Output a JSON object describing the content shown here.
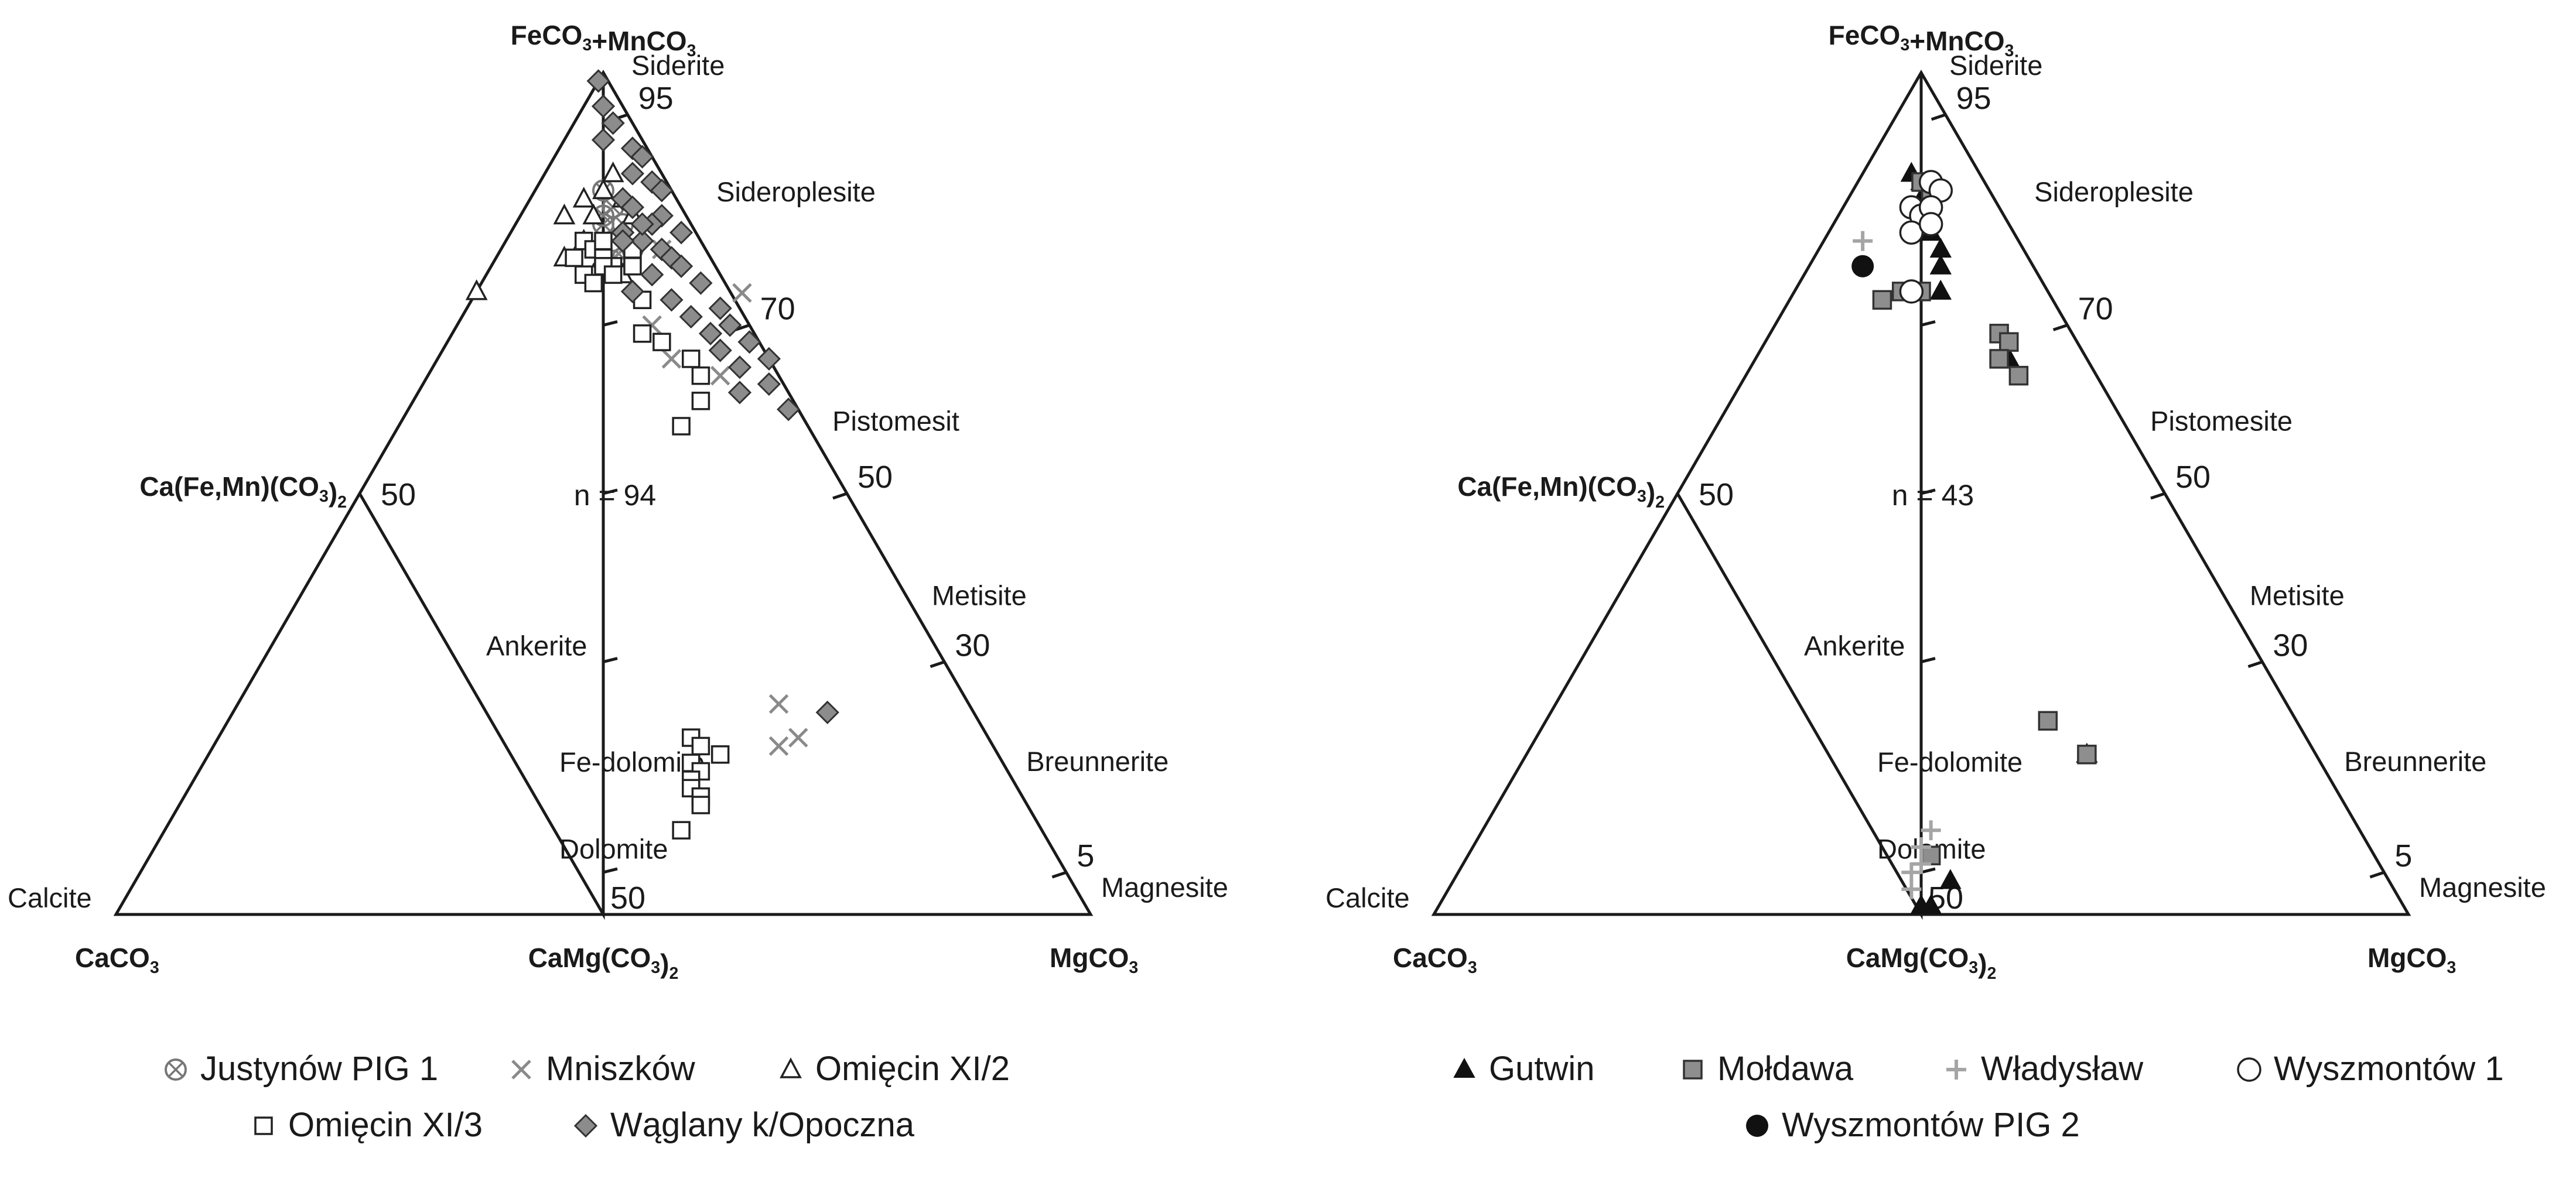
{
  "chart_data": [
    {
      "type": "ternary",
      "count_label": "n = 94",
      "vertices": {
        "top": {
          "formula": "FeCO",
          "sub": "3",
          "formula2": "+MnCO",
          "sub2": "3",
          "mineral": "Siderite"
        },
        "left": {
          "formula": "CaCO",
          "sub": "3",
          "mineral": "Calcite"
        },
        "right": {
          "formula": "MgCO",
          "sub": "3",
          "mineral": "Magnesite"
        },
        "bottom_mid": {
          "formula": "CaMg(CO",
          "sub": "3",
          "tail": ")",
          "sub2": "2"
        },
        "left_mid": {
          "formula": "Ca(Fe,Mn)(CO",
          "sub": "3",
          "tail": ")",
          "sub2": "2"
        }
      },
      "zones": [
        "Sideroplesite",
        "Pistomesit",
        "Metisite",
        "Breunnerite",
        "Ankerite",
        "Fe-dolomite",
        "Dolomite"
      ],
      "right_edge_ticks": [
        "95",
        "70",
        "50",
        "30",
        "5"
      ],
      "left_mid_tick": "50",
      "bottom_mid_tick": "50",
      "legend": [
        {
          "name": "Justynów PIG 1",
          "marker": "circle-x"
        },
        {
          "name": "Mniszków",
          "marker": "x"
        },
        {
          "name": "Omięcin XI/2",
          "marker": "triangle-open"
        },
        {
          "name": "Omięcin XI/3",
          "marker": "square-open"
        },
        {
          "name": "Wąglany k/Opoczna",
          "marker": "diamond-gray"
        }
      ],
      "series": [
        {
          "name": "Justynów PIG 1",
          "points": [
            [
              0.86,
              0.0
            ],
            [
              0.84,
              0.01
            ],
            [
              0.83,
              0.0
            ],
            [
              0.82,
              0.02
            ],
            [
              0.8,
              0.01
            ],
            [
              0.79,
              0.03
            ],
            [
              0.82,
              0.0
            ],
            [
              0.78,
              0.02
            ]
          ]
        },
        {
          "name": "Mniszków",
          "points": [
            [
              0.79,
              0.06
            ],
            [
              0.76,
              0.14
            ],
            [
              0.7,
              0.05
            ],
            [
              0.66,
              0.07
            ],
            [
              0.64,
              0.12
            ],
            [
              0.79,
              0.02
            ],
            [
              0.25,
              0.18
            ],
            [
              0.21,
              0.2
            ],
            [
              0.2,
              0.18
            ]
          ]
        },
        {
          "name": "Omięcin XI/2",
          "points": [
            [
              0.88,
              0.01
            ],
            [
              0.86,
              0.0
            ],
            [
              0.85,
              -0.02
            ],
            [
              0.83,
              -0.04
            ],
            [
              0.83,
              -0.01
            ],
            [
              0.8,
              -0.02
            ],
            [
              0.78,
              -0.04
            ],
            [
              0.76,
              -0.01
            ],
            [
              0.74,
              -0.14
            ],
            [
              0.76,
              0.02
            ],
            [
              0.83,
              0.03
            ],
            [
              0.85,
              0.02
            ]
          ]
        },
        {
          "name": "Omięcin XI/3",
          "points": [
            [
              0.8,
              -0.02
            ],
            [
              0.79,
              -0.01
            ],
            [
              0.78,
              0.0
            ],
            [
              0.77,
              0.01
            ],
            [
              0.78,
              -0.03
            ],
            [
              0.76,
              -0.02
            ],
            [
              0.8,
              0.0
            ],
            [
              0.77,
              0.03
            ],
            [
              0.79,
              0.03
            ],
            [
              0.77,
              0.0
            ],
            [
              0.76,
              0.01
            ],
            [
              0.75,
              -0.01
            ],
            [
              0.73,
              0.04
            ],
            [
              0.69,
              0.04
            ],
            [
              0.68,
              0.06
            ],
            [
              0.66,
              0.09
            ],
            [
              0.64,
              0.1
            ],
            [
              0.61,
              0.1
            ],
            [
              0.58,
              0.08
            ],
            [
              0.21,
              0.09
            ],
            [
              0.2,
              0.1
            ],
            [
              0.19,
              0.12
            ],
            [
              0.18,
              0.09
            ],
            [
              0.17,
              0.1
            ],
            [
              0.16,
              0.09
            ],
            [
              0.15,
              0.09
            ],
            [
              0.14,
              0.1
            ],
            [
              0.13,
              0.1
            ],
            [
              0.1,
              0.08
            ]
          ]
        },
        {
          "name": "Wąglany k/Opoczna",
          "points": [
            [
              0.99,
              -0.02
            ],
            [
              0.96,
              0.0
            ],
            [
              0.94,
              0.01
            ],
            [
              0.92,
              0.0
            ],
            [
              0.91,
              0.03
            ],
            [
              0.9,
              0.04
            ],
            [
              0.88,
              0.03
            ],
            [
              0.87,
              0.05
            ],
            [
              0.86,
              0.06
            ],
            [
              0.85,
              0.02
            ],
            [
              0.84,
              0.03
            ],
            [
              0.83,
              0.06
            ],
            [
              0.82,
              0.05
            ],
            [
              0.81,
              0.08
            ],
            [
              0.81,
              0.02
            ],
            [
              0.8,
              0.04
            ],
            [
              0.79,
              0.06
            ],
            [
              0.78,
              0.07
            ],
            [
              0.77,
              0.08
            ],
            [
              0.76,
              0.05
            ],
            [
              0.75,
              0.1
            ],
            [
              0.74,
              0.03
            ],
            [
              0.73,
              0.07
            ],
            [
              0.72,
              0.12
            ],
            [
              0.71,
              0.09
            ],
            [
              0.7,
              0.13
            ],
            [
              0.69,
              0.11
            ],
            [
              0.68,
              0.15
            ],
            [
              0.67,
              0.12
            ],
            [
              0.66,
              0.17
            ],
            [
              0.65,
              0.14
            ],
            [
              0.63,
              0.17
            ],
            [
              0.62,
              0.14
            ],
            [
              0.6,
              0.19
            ],
            [
              0.82,
              0.04
            ],
            [
              0.8,
              0.02
            ],
            [
              0.24,
              0.23
            ]
          ]
        }
      ]
    },
    {
      "type": "ternary",
      "count_label": "n = 43",
      "vertices": {
        "top": {
          "formula": "FeCO",
          "sub": "3",
          "formula2": "+MnCO",
          "sub2": "3",
          "mineral": "Siderite"
        },
        "left": {
          "formula": "CaCO",
          "sub": "3",
          "mineral": "Calcite"
        },
        "right": {
          "formula": "MgCO",
          "sub": "3",
          "mineral": "Magnesite"
        },
        "bottom_mid": {
          "formula": "CaMg(CO",
          "sub": "3",
          "tail": ")",
          "sub2": "2"
        },
        "left_mid": {
          "formula": "Ca(Fe,Mn)(CO",
          "sub": "3",
          "tail": ")",
          "sub2": "2"
        }
      },
      "zones": [
        "Sideroplesite",
        "Pistomesite",
        "Metisite",
        "Breunnerite",
        "Ankerite",
        "Fe-dolomite",
        "Dolomite"
      ],
      "right_edge_ticks": [
        "95",
        "70",
        "50",
        "30",
        "5"
      ],
      "left_mid_tick": "50",
      "bottom_mid_tick": "50",
      "legend": [
        {
          "name": "Gutwin",
          "marker": "triangle-filled"
        },
        {
          "name": "Mołdawa",
          "marker": "square-gray"
        },
        {
          "name": "Władysław",
          "marker": "plus-gray"
        },
        {
          "name": "Wyszmontów 1",
          "marker": "circle-open"
        },
        {
          "name": "Wyszmontów PIG 2",
          "marker": "circle-filled"
        }
      ],
      "series": [
        {
          "name": "Gutwin",
          "points": [
            [
              0.88,
              -0.01
            ],
            [
              0.87,
              0.0
            ],
            [
              0.85,
              0.0
            ],
            [
              0.83,
              0.01
            ],
            [
              0.81,
              0.01
            ],
            [
              0.79,
              0.02
            ],
            [
              0.77,
              0.02
            ],
            [
              0.74,
              0.02
            ],
            [
              0.66,
              0.09
            ],
            [
              0.19,
              0.17
            ],
            [
              0.04,
              0.03
            ],
            [
              0.01,
              0.01
            ],
            [
              0.01,
              0.0
            ]
          ]
        },
        {
          "name": "Mołdawa",
          "points": [
            [
              0.87,
              0.0
            ],
            [
              0.85,
              0.01
            ],
            [
              0.83,
              0.0
            ],
            [
              0.74,
              -0.02
            ],
            [
              0.74,
              0.0
            ],
            [
              0.73,
              -0.04
            ],
            [
              0.69,
              0.08
            ],
            [
              0.68,
              0.09
            ],
            [
              0.66,
              0.08
            ],
            [
              0.64,
              0.1
            ],
            [
              0.23,
              0.13
            ],
            [
              0.19,
              0.17
            ],
            [
              0.07,
              0.01
            ]
          ]
        },
        {
          "name": "Władysław",
          "points": [
            [
              0.8,
              -0.06
            ],
            [
              0.1,
              0.01
            ],
            [
              0.08,
              0.0
            ],
            [
              0.06,
              0.0
            ],
            [
              0.05,
              -0.01
            ],
            [
              0.03,
              -0.01
            ]
          ]
        },
        {
          "name": "Wyszmontów 1",
          "points": [
            [
              0.87,
              0.01
            ],
            [
              0.86,
              0.02
            ],
            [
              0.84,
              -0.01
            ],
            [
              0.83,
              0.0
            ],
            [
              0.81,
              -0.01
            ],
            [
              0.84,
              0.01
            ],
            [
              0.74,
              -0.01
            ],
            [
              0.82,
              0.01
            ]
          ]
        },
        {
          "name": "Wyszmontów PIG 2",
          "points": [
            [
              0.77,
              -0.06
            ]
          ]
        }
      ]
    }
  ]
}
